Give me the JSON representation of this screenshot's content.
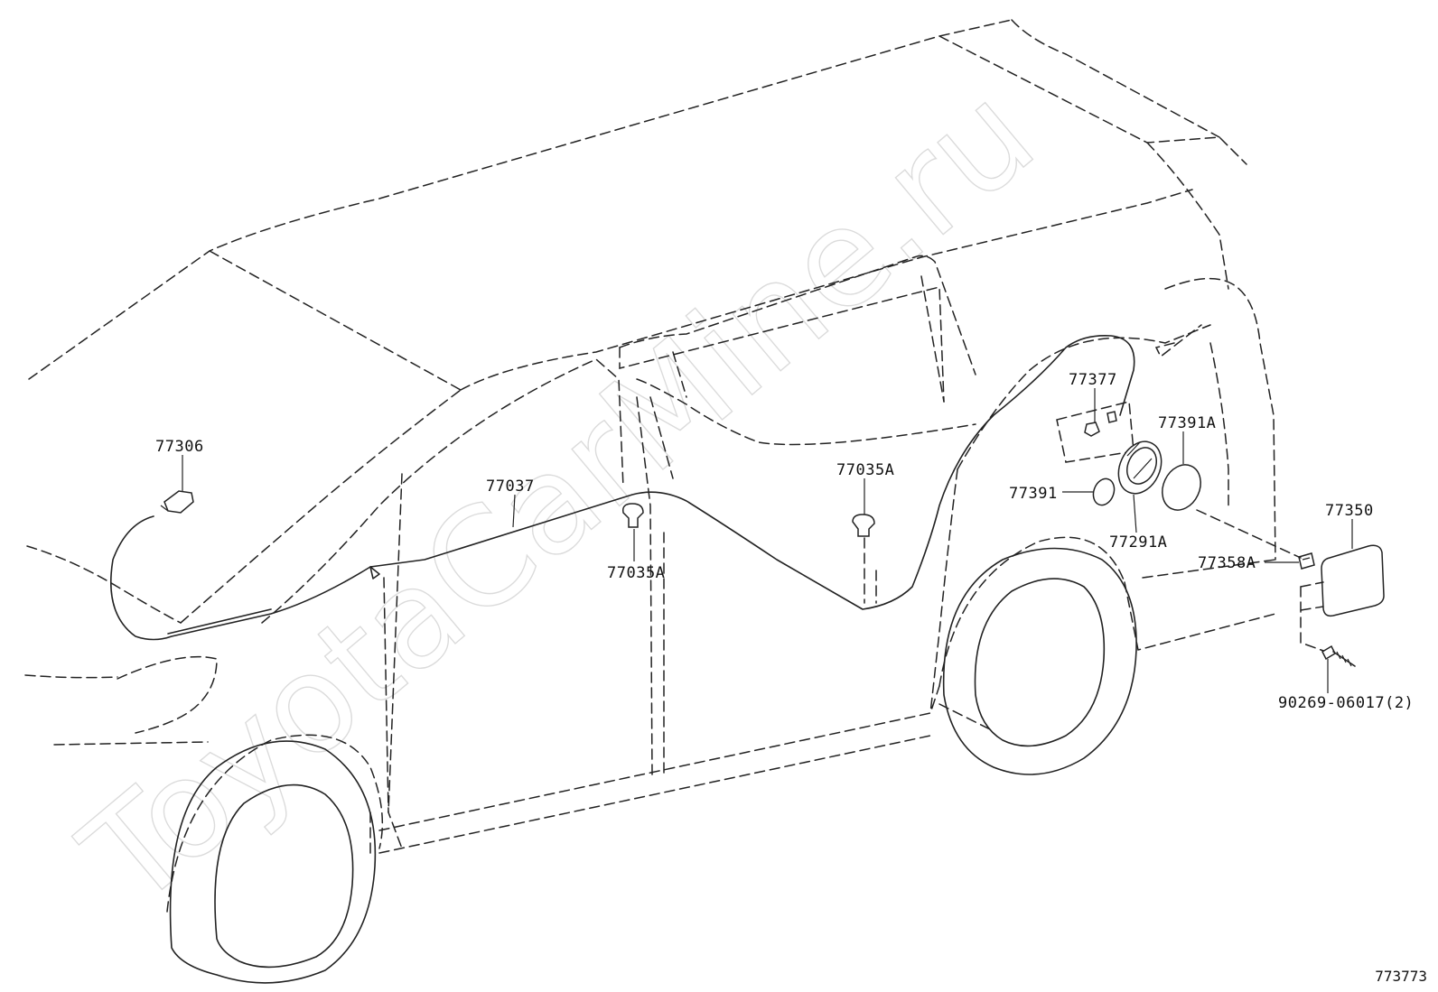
{
  "watermark": "ToyotaCarMine.ru",
  "diagram_ref": "773773",
  "labels": {
    "p77306": "77306",
    "p77037": "77037",
    "p77035A_upper": "77035A",
    "p77035A_lower": "77035A",
    "p77377": "77377",
    "p77391A": "77391A",
    "p77391": "77391",
    "p77291A": "77291A",
    "p77350": "77350",
    "p77358A": "77358A",
    "p90269": "90269-06017(2)"
  }
}
